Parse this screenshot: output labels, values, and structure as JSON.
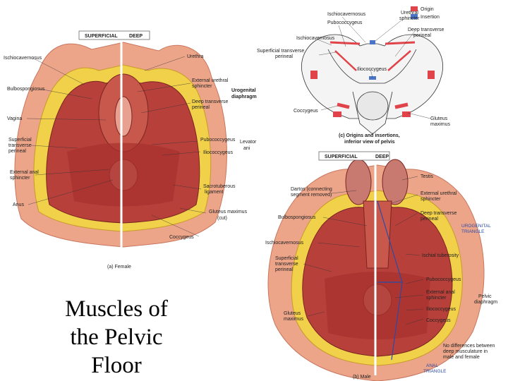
{
  "title_lines": [
    "Muscles of",
    "the Pelvic",
    "Floor"
  ],
  "panel_a": {
    "header_superficial": "SUPERFICIAL",
    "header_deep": "DEEP",
    "caption": "(a) Female",
    "labels": {
      "ischiocavernosus": "Ischiocavernosus",
      "bulbospongiosus": "Bulbospongiosus",
      "vagina": "Vagina",
      "superficial_transverse_1": "Superficial",
      "superficial_transverse_2": "transverse",
      "superficial_transverse_3": "perineal",
      "external_anal_1": "External anal",
      "external_anal_2": "sphincter",
      "anus": "Anus",
      "urethra": "Urethra",
      "external_urethral_1": "External urethral",
      "external_urethral_2": "sphincter",
      "deep_transverse_1": "Deep transverse",
      "deep_transverse_2": "perineal",
      "urogenital_1": "Urogenital",
      "urogenital_2": "diaphragm",
      "pubococcygeus": "Pubococcygeus",
      "iliococcygeus": "Iliococcygeus",
      "levator_1": "Levator",
      "levator_2": "ani",
      "sacrotuberous_1": "Sacrotuberous",
      "sacrotuberous_2": "ligament",
      "gluteus_1": "Gluteus maximus",
      "gluteus_2": "(cut)",
      "coccygeus": "Coccygeus"
    }
  },
  "panel_c": {
    "legend": [
      {
        "label": "Origin",
        "color": "#e0444a"
      },
      {
        "label": "Insertion",
        "color": "#4a74c8"
      }
    ],
    "caption_1": "(c) Origins and insertions,",
    "caption_2": "inferior view of pelvis",
    "labels": {
      "ischiocavernosus_top": "Ischiocavernosus",
      "pubococcygeus": "Pubococcygeus",
      "ischiocavernosus_left": "Ischiocavernosus",
      "superficial_1": "Superficial transverse",
      "superficial_2": "perineal",
      "urethral_1": "Urethral",
      "urethral_2": "sphincter",
      "deep_transverse_1": "Deep transverse",
      "deep_transverse_2": "perineal",
      "iliococcygeus": "Iliococcygeus",
      "coccygeus": "Coccygeus",
      "gluteus_1": "Gluteus",
      "gluteus_2": "maximus"
    }
  },
  "panel_b": {
    "header_superficial": "SUPERFICIAL",
    "header_deep": "DEEP",
    "caption": "(b) Male",
    "labels": {
      "testis": "Testis",
      "dartos_1": "Dartos (connecting",
      "dartos_2": "segment removed)",
      "external_urethral_1": "External urethral",
      "external_urethral_2": "sphincter",
      "bulbospongiosus": "Bulbospongiosus",
      "deep_transverse_1": "Deep transverse",
      "deep_transverse_2": "perineal",
      "urogenital_triangle_1": "UROGENITAL",
      "urogenital_triangle_2": "TRIANGLE",
      "ischiocavernosus": "Ischiocavernosus",
      "ischial_tuberosity": "Ischial tuberosity",
      "superficial_1": "Superficial",
      "superficial_2": "transverse",
      "superficial_3": "perineal",
      "pubococcygeus": "Pubococcygeus",
      "external_anal_1": "External anal",
      "external_anal_2": "sphincter",
      "pelvic_diaphragm_1": "Pelvic",
      "pelvic_diaphragm_2": "diaphragm",
      "iliococcygeus": "Iliococcygeus",
      "gluteus_1": "Gluteus",
      "gluteus_2": "maximus",
      "coccygeus": "Coccygeus",
      "note_1": "No differences between",
      "note_2": "deep musculature in",
      "note_3": "male and female",
      "anal_triangle_1": "ANAL",
      "anal_triangle_2": "TRIANGLE"
    }
  }
}
